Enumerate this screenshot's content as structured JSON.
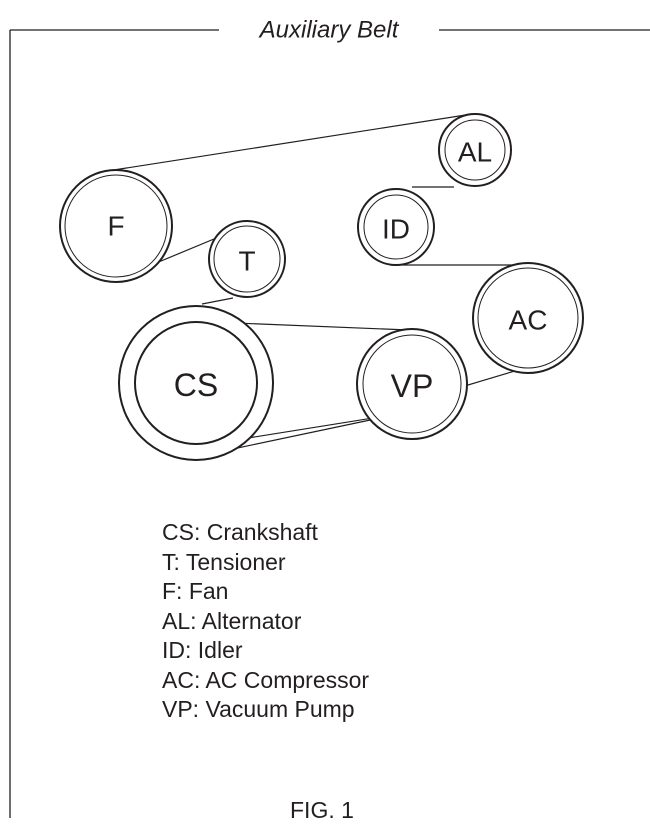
{
  "diagram": {
    "title": "Auxiliary Belt",
    "pulleys": [
      {
        "id": "F",
        "label": "F"
      },
      {
        "id": "T",
        "label": "T"
      },
      {
        "id": "AL",
        "label": "AL"
      },
      {
        "id": "ID",
        "label": "ID"
      },
      {
        "id": "AC",
        "label": "AC"
      },
      {
        "id": "CS",
        "label": "CS"
      },
      {
        "id": "VP",
        "label": "VP"
      }
    ]
  },
  "legend": {
    "items": [
      "CS: Crankshaft",
      "T: Tensioner",
      "F: Fan",
      "AL: Alternator",
      "ID: Idler",
      "AC: AC Compressor",
      "VP: Vacuum Pump"
    ]
  },
  "caption": "FIG. 1"
}
